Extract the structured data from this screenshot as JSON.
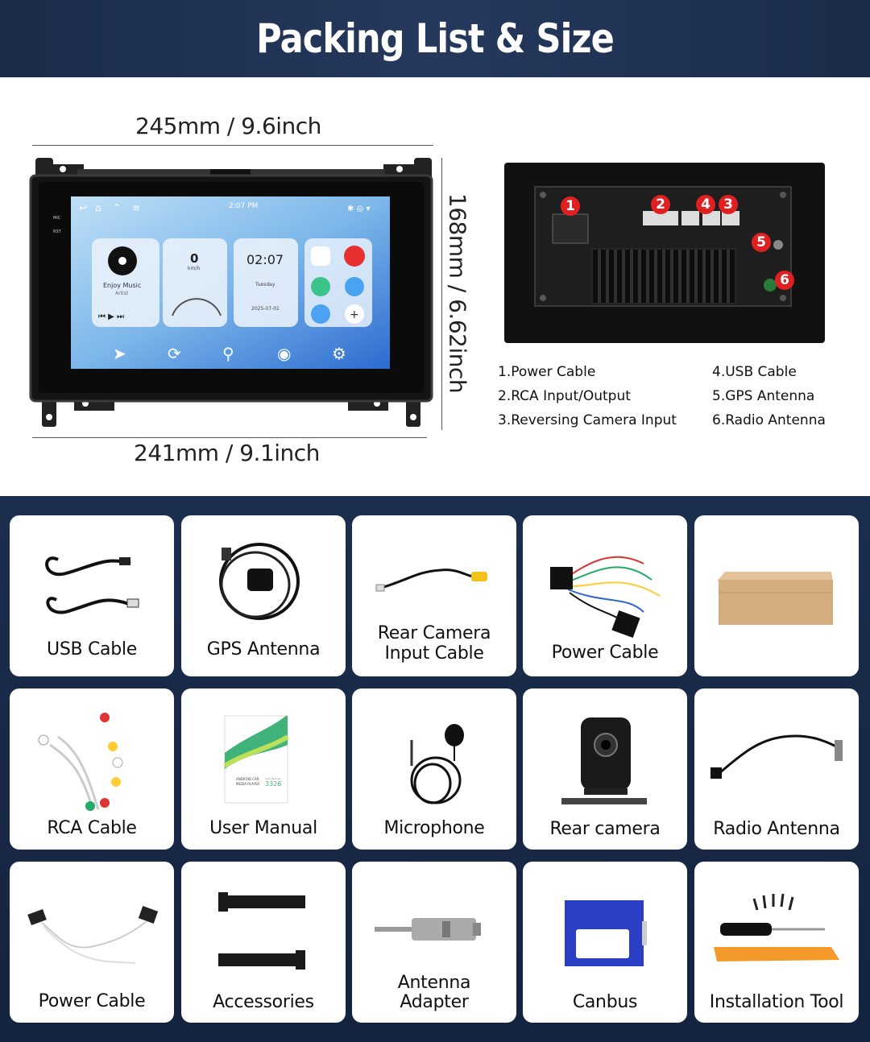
{
  "header": {
    "title": "Packing List & Size"
  },
  "dimensions": {
    "top_width": "245mm / 9.6inch",
    "bottom_width": "241mm / 9.1inch",
    "height": "168mm / 6.62inch"
  },
  "screen": {
    "time": "2:07 PM",
    "mic_label": "MIC",
    "rst_label": "RST",
    "music_title": "Enjoy Music",
    "music_artist": "Artist",
    "speed_value": "0",
    "speed_unit": "km/h",
    "clock": "02:07",
    "day": "Tuesday",
    "date": "2025-07-01"
  },
  "connectors": {
    "markers": [
      "1",
      "2",
      "4",
      "3",
      "5",
      "6"
    ],
    "left_list": [
      "1.Power Cable",
      "2.RCA Input/Output",
      "3.Reversing Camera Input"
    ],
    "right_list": [
      "4.USB Cable",
      "5.GPS Antenna",
      "6.Radio Antenna"
    ]
  },
  "manual": {
    "line1": "ANDROID CAR",
    "line2": "MEDIA PLAYER",
    "code": "3326",
    "small": "User Manual"
  },
  "items": [
    {
      "id": "usb-cable",
      "label": "USB Cable"
    },
    {
      "id": "gps-antenna",
      "label": "GPS Antenna"
    },
    {
      "id": "rear-camera-input-cable",
      "label_line1": "Rear Camera",
      "label_line2": "Input Cable"
    },
    {
      "id": "power-cable-harness",
      "label": "Power Cable"
    },
    {
      "id": "box",
      "label": ""
    },
    {
      "id": "rca-cable",
      "label": "RCA Cable"
    },
    {
      "id": "user-manual",
      "label": "User Manual"
    },
    {
      "id": "microphone",
      "label": "Microphone"
    },
    {
      "id": "rear-camera",
      "label": "Rear camera"
    },
    {
      "id": "radio-antenna",
      "label": "Radio Antenna"
    },
    {
      "id": "power-cable-2",
      "label": "Power Cable"
    },
    {
      "id": "accessories",
      "label": "Accessories"
    },
    {
      "id": "antenna-adapter",
      "label_line1": "Antenna",
      "label_line2": "Adapter"
    },
    {
      "id": "canbus",
      "label": "Canbus"
    },
    {
      "id": "installation-tool",
      "label": "Installation Tool"
    }
  ],
  "colors": {
    "header_bg": "#1f3152",
    "bottom_bg": "#172844",
    "marker_red": "#e02020",
    "cone_orange": "#f39a2b",
    "canbus_blue": "#2a3fc4"
  }
}
